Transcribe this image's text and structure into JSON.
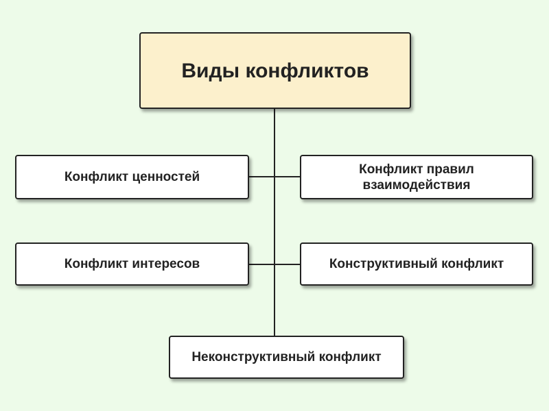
{
  "title": "Виды конфликтов",
  "nodes": [
    "Конфликт ценностей",
    "Конфликт правил взаимодействия",
    "Конфликт интересов",
    "Конструктивный конфликт",
    "Неконструктивный конфликт"
  ],
  "colors": {
    "background": "#edfbe9",
    "title_fill": "#fcf0cc",
    "node_fill": "#ffffff",
    "stroke": "#222222"
  }
}
